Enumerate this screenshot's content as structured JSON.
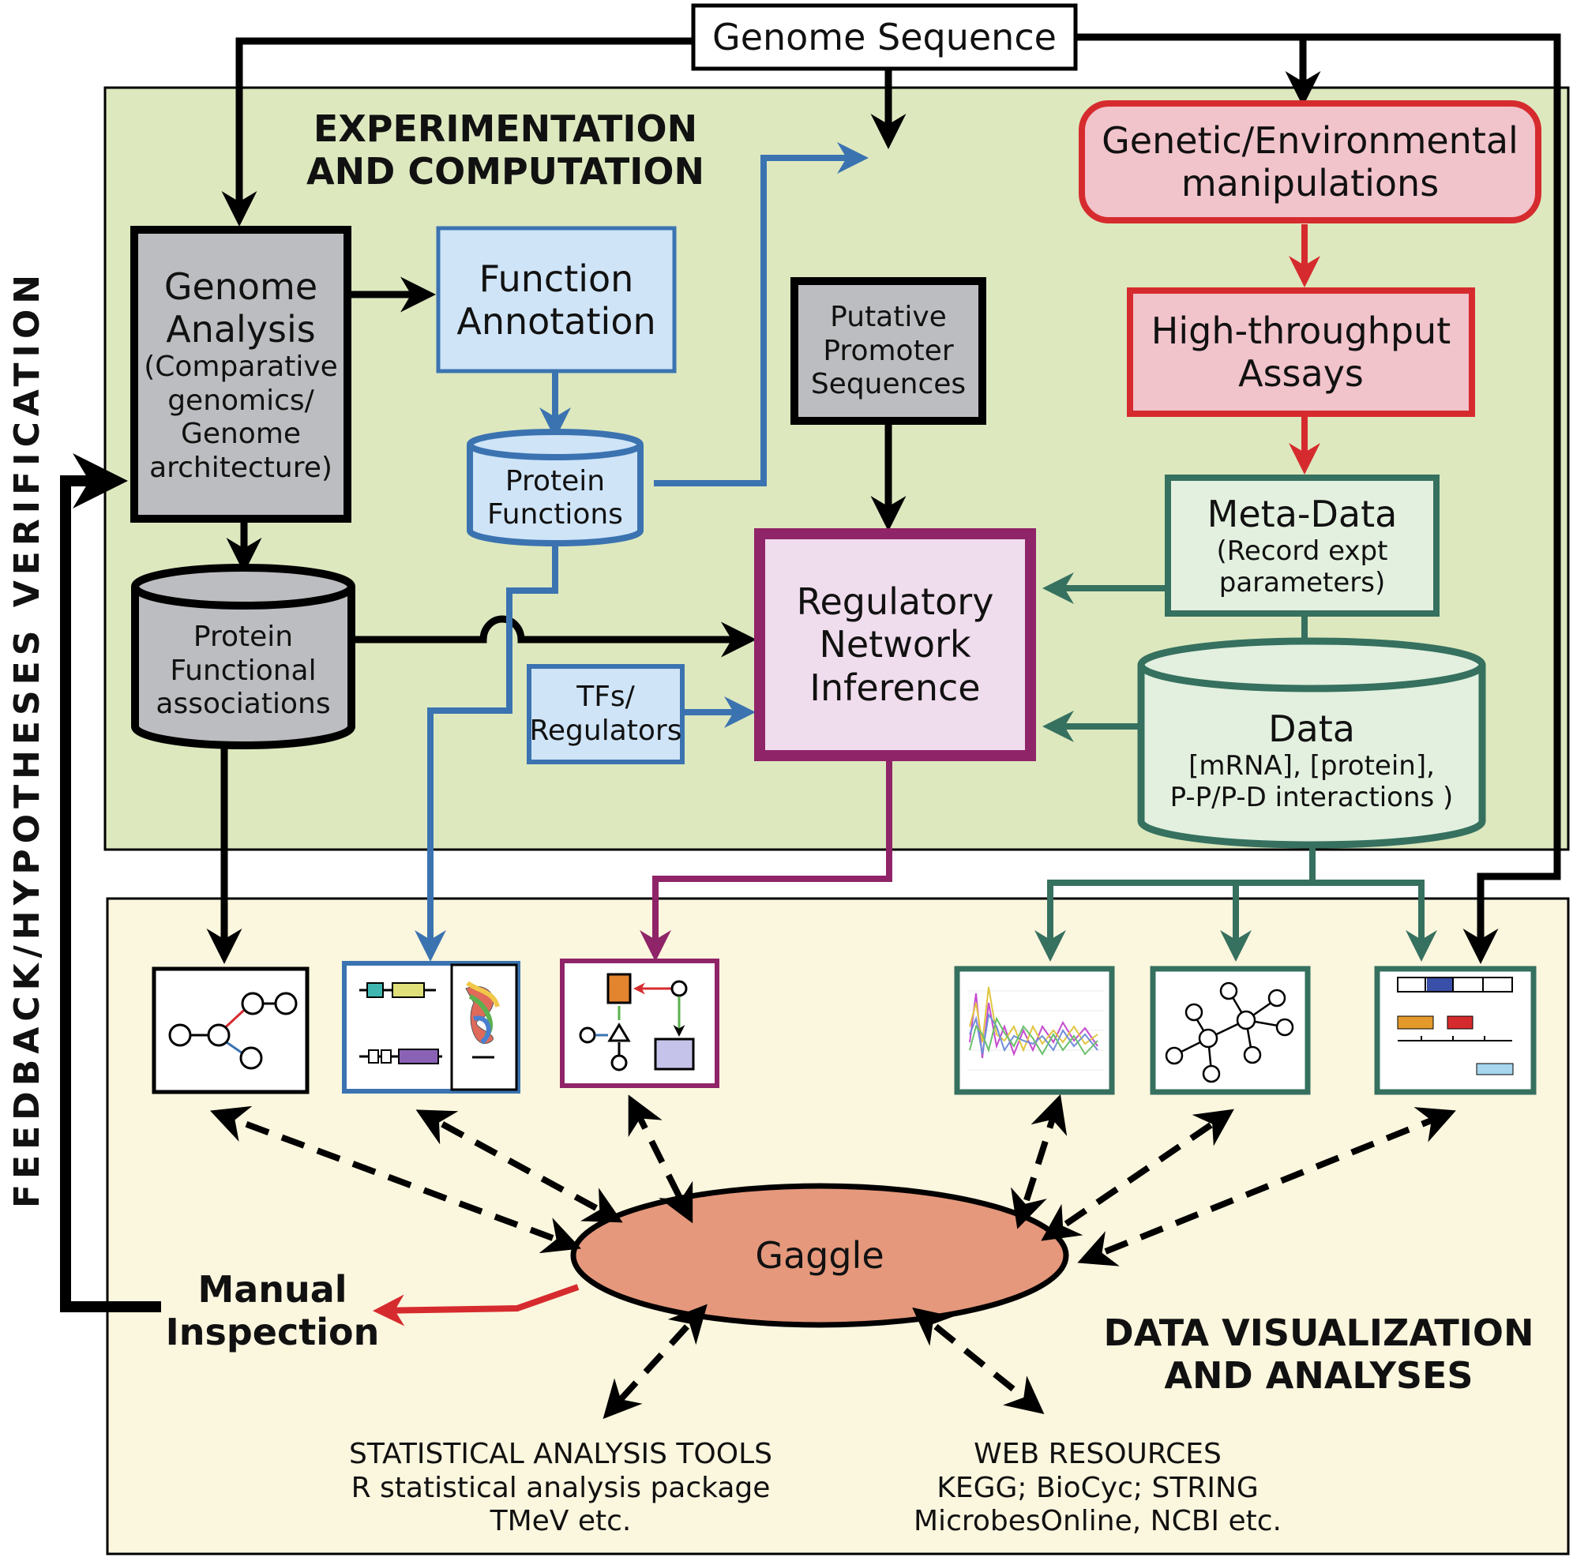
{
  "genome_sequence": "Genome Sequence",
  "sections": {
    "experimentation": [
      "EXPERIMENTATION",
      "AND COMPUTATION"
    ],
    "visualization": [
      "DATA  VISUALIZATION",
      "AND ANALYSES"
    ],
    "feedback": "FEEDBACK/HYPOTHESES VERIFICATION"
  },
  "nodes": {
    "genome_analysis": {
      "title": [
        "Genome",
        "Analysis"
      ],
      "detail": [
        "(Comparative",
        "genomics/",
        "Genome",
        "architecture)"
      ]
    },
    "function_annotation": [
      "Function",
      "Annotation"
    ],
    "protein_functions": [
      "Protein",
      "Functions"
    ],
    "protein_functional_associations": [
      "Protein",
      "Functional",
      "associations"
    ],
    "putative_promoter": [
      "Putative",
      "Promoter",
      "Sequences"
    ],
    "genetic_environmental": [
      "Genetic/Environmental",
      "manipulations"
    ],
    "high_throughput": [
      "High-throughput",
      "Assays"
    ],
    "meta_data": {
      "title": "Meta-Data",
      "detail": [
        "(Record expt",
        "parameters)"
      ]
    },
    "data_store": {
      "title": "Data",
      "detail": [
        "[mRNA], [protein],",
        "P-P/P-D interactions )"
      ]
    },
    "regulatory_network": [
      "Regulatory",
      "Network",
      "Inference"
    ],
    "tfs_regulators": [
      "TFs/",
      "Regulators"
    ],
    "gaggle": "Gaggle",
    "manual_inspection": [
      "Manual",
      "Inspection"
    ]
  },
  "resources": {
    "stats": [
      "STATISTICAL ANALYSIS TOOLS",
      "R statistical analysis package",
      "TMeV etc."
    ],
    "web": [
      "WEB RESOURCES",
      "KEGG; BioCyc; STRING",
      "MicrobesOnline, NCBI etc."
    ]
  },
  "colors": {
    "experiment_panel": "#dde8bf",
    "visualization_panel": "#fbf6de",
    "gray_node": "#bcbdc0",
    "blue": "#3b73b1",
    "blue_fill": "#cfe4f7",
    "red": "#d62b2e",
    "pink_fill": "#f1c3cb",
    "teal": "#36705f",
    "teal_fill": "#e3f0df",
    "purple": "#8f2468",
    "purple_fill": "#efdcec",
    "gaggle_fill": "#e5987c"
  }
}
